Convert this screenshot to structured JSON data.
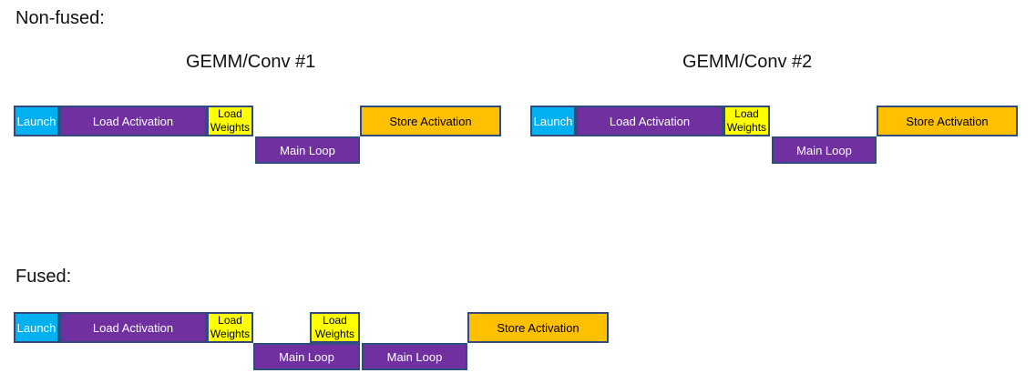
{
  "colors": {
    "launch_fill": "#00B0F0",
    "purple_fill": "#7030A0",
    "weights_fill": "#FFFF00",
    "store_fill": "#FFC000",
    "box_border": "#2E4D7E",
    "background": "#FFFFFF",
    "text_on_purple": "#FFFFFF",
    "text_on_yellow": "#000000"
  },
  "sections": {
    "non_fused": {
      "title": "Non-fused:",
      "groups": [
        {
          "title": "GEMM/Conv #1",
          "launch": "Launch",
          "load_activation": "Load Activation",
          "load_weights": "Load Weights",
          "main_loop": "Main Loop",
          "store_activation": "Store Activation"
        },
        {
          "title": "GEMM/Conv #2",
          "launch": "Launch",
          "load_activation": "Load Activation",
          "load_weights": "Load Weights",
          "main_loop": "Main Loop",
          "store_activation": "Store Activation"
        }
      ]
    },
    "fused": {
      "title": "Fused:",
      "launch": "Launch",
      "load_activation": "Load Activation",
      "load_weights_1": "Load Weights",
      "main_loop_1": "Main Loop",
      "load_weights_2": "Load Weights",
      "main_loop_2": "Main Loop",
      "store_activation": "Store Activation"
    }
  }
}
